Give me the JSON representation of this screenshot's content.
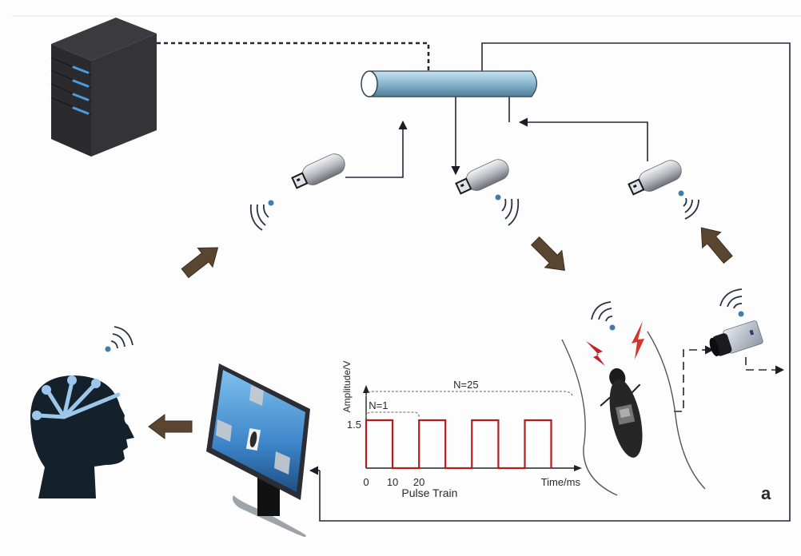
{
  "figure": {
    "panel_label": "a",
    "nodes": [
      {
        "id": "server",
        "label": "server-icon"
      },
      {
        "id": "bus",
        "label": "network-bus-icon"
      },
      {
        "id": "usb-1",
        "label": "wireless-usb-adapter-icon"
      },
      {
        "id": "usb-2",
        "label": "wireless-usb-adapter-icon"
      },
      {
        "id": "usb-3",
        "label": "wireless-usb-adapter-icon"
      },
      {
        "id": "head",
        "label": "human-head-bci-icon"
      },
      {
        "id": "monitor",
        "label": "monitor-icon"
      },
      {
        "id": "insect",
        "label": "beetle-icon"
      },
      {
        "id": "camera",
        "label": "camera-icon"
      }
    ],
    "colors": {
      "arrow": "#5a4630",
      "bus": "#7fb0cc",
      "wave": "#b01e1e",
      "line": "#2a2438",
      "electrode": "#9cc7ea",
      "signal_dot": "#3f7ca8",
      "screen": "#3d86c9"
    }
  },
  "chart_data": {
    "type": "line",
    "title": "Pulse Train",
    "xlabel": "Time/ms",
    "ylabel": "Amplitude/V",
    "x_ticks": [
      "0",
      "10",
      "20"
    ],
    "y_ticks": [
      "1.5"
    ],
    "amplitude": 1.5,
    "period_ms": 20,
    "pulse_width_ms": 10,
    "annotations": [
      "N=1",
      "N=25"
    ],
    "x": [
      0,
      0,
      10,
      10,
      20,
      20,
      30,
      30,
      40,
      40,
      50,
      50,
      60,
      60,
      70
    ],
    "y": [
      0,
      1.5,
      1.5,
      0,
      0,
      1.5,
      1.5,
      0,
      0,
      1.5,
      1.5,
      0,
      0,
      1.5,
      1.5
    ],
    "xlim": [
      0,
      78
    ],
    "ylim": [
      0,
      2.5
    ],
    "grid": false
  }
}
